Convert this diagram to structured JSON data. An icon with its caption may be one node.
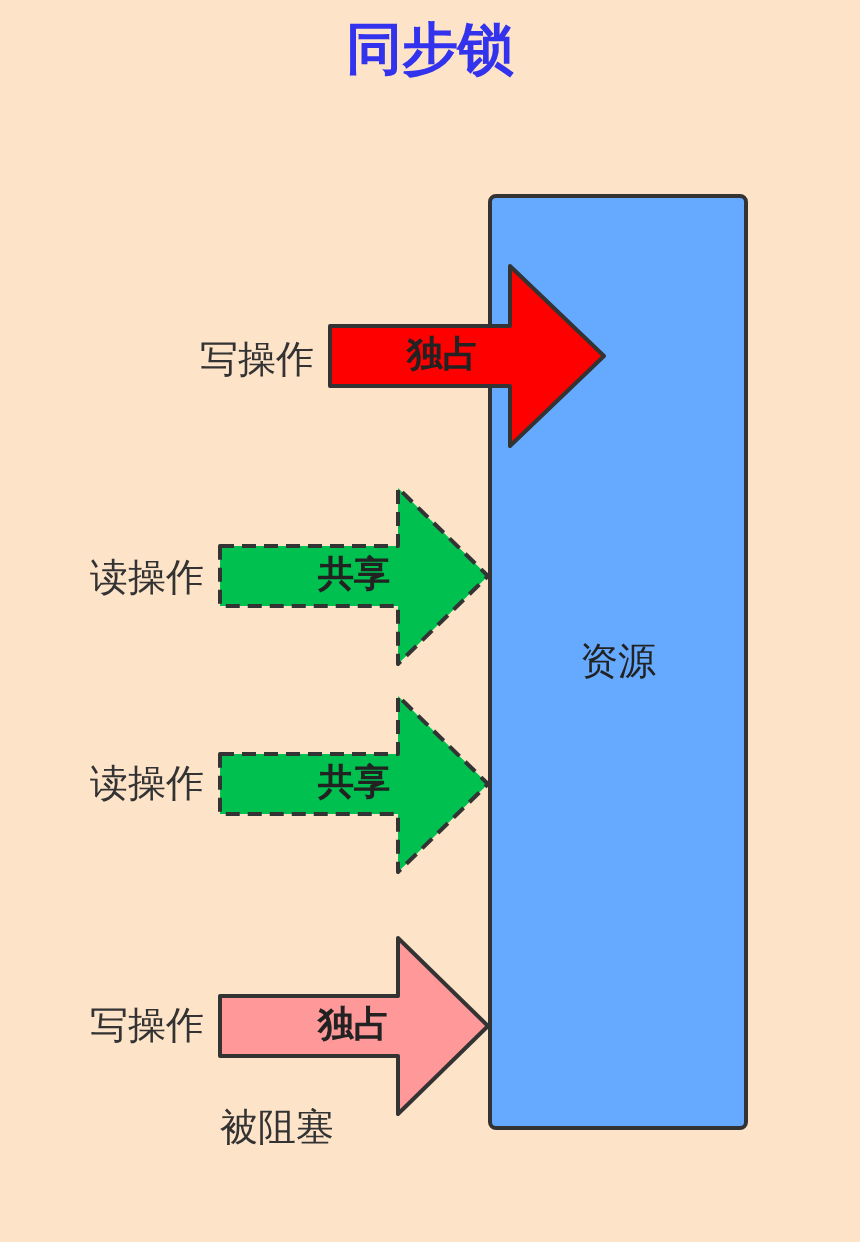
{
  "diagram": {
    "title": "同步锁",
    "nodes": [
      {
        "text": [
          "资源"
        ]
      },
      {
        "text": [
          "写操作"
        ]
      },
      {
        "text": [
          "读操作"
        ]
      },
      {
        "text": [
          "读操作"
        ]
      },
      {
        "text": [
          "写操作"
        ],
        "beside": [
          "被阻塞"
        ]
      }
    ],
    "edges": [
      {
        "from": 1,
        "to": 0,
        "arrow": "to",
        "label": "独占",
        "color": "#ff0000"
      },
      {
        "from": 2,
        "to": 0,
        "arrow": "to",
        "label": "共享",
        "style": "dashed",
        "color": "#00c050"
      },
      {
        "from": 3,
        "to": 0,
        "arrow": "to",
        "label": "共享",
        "style": "dashed",
        "color": "#00c050"
      },
      {
        "from": 4,
        "to": 0,
        "arrow": "to",
        "label": "独占",
        "color": "#ff9999"
      }
    ]
  }
}
